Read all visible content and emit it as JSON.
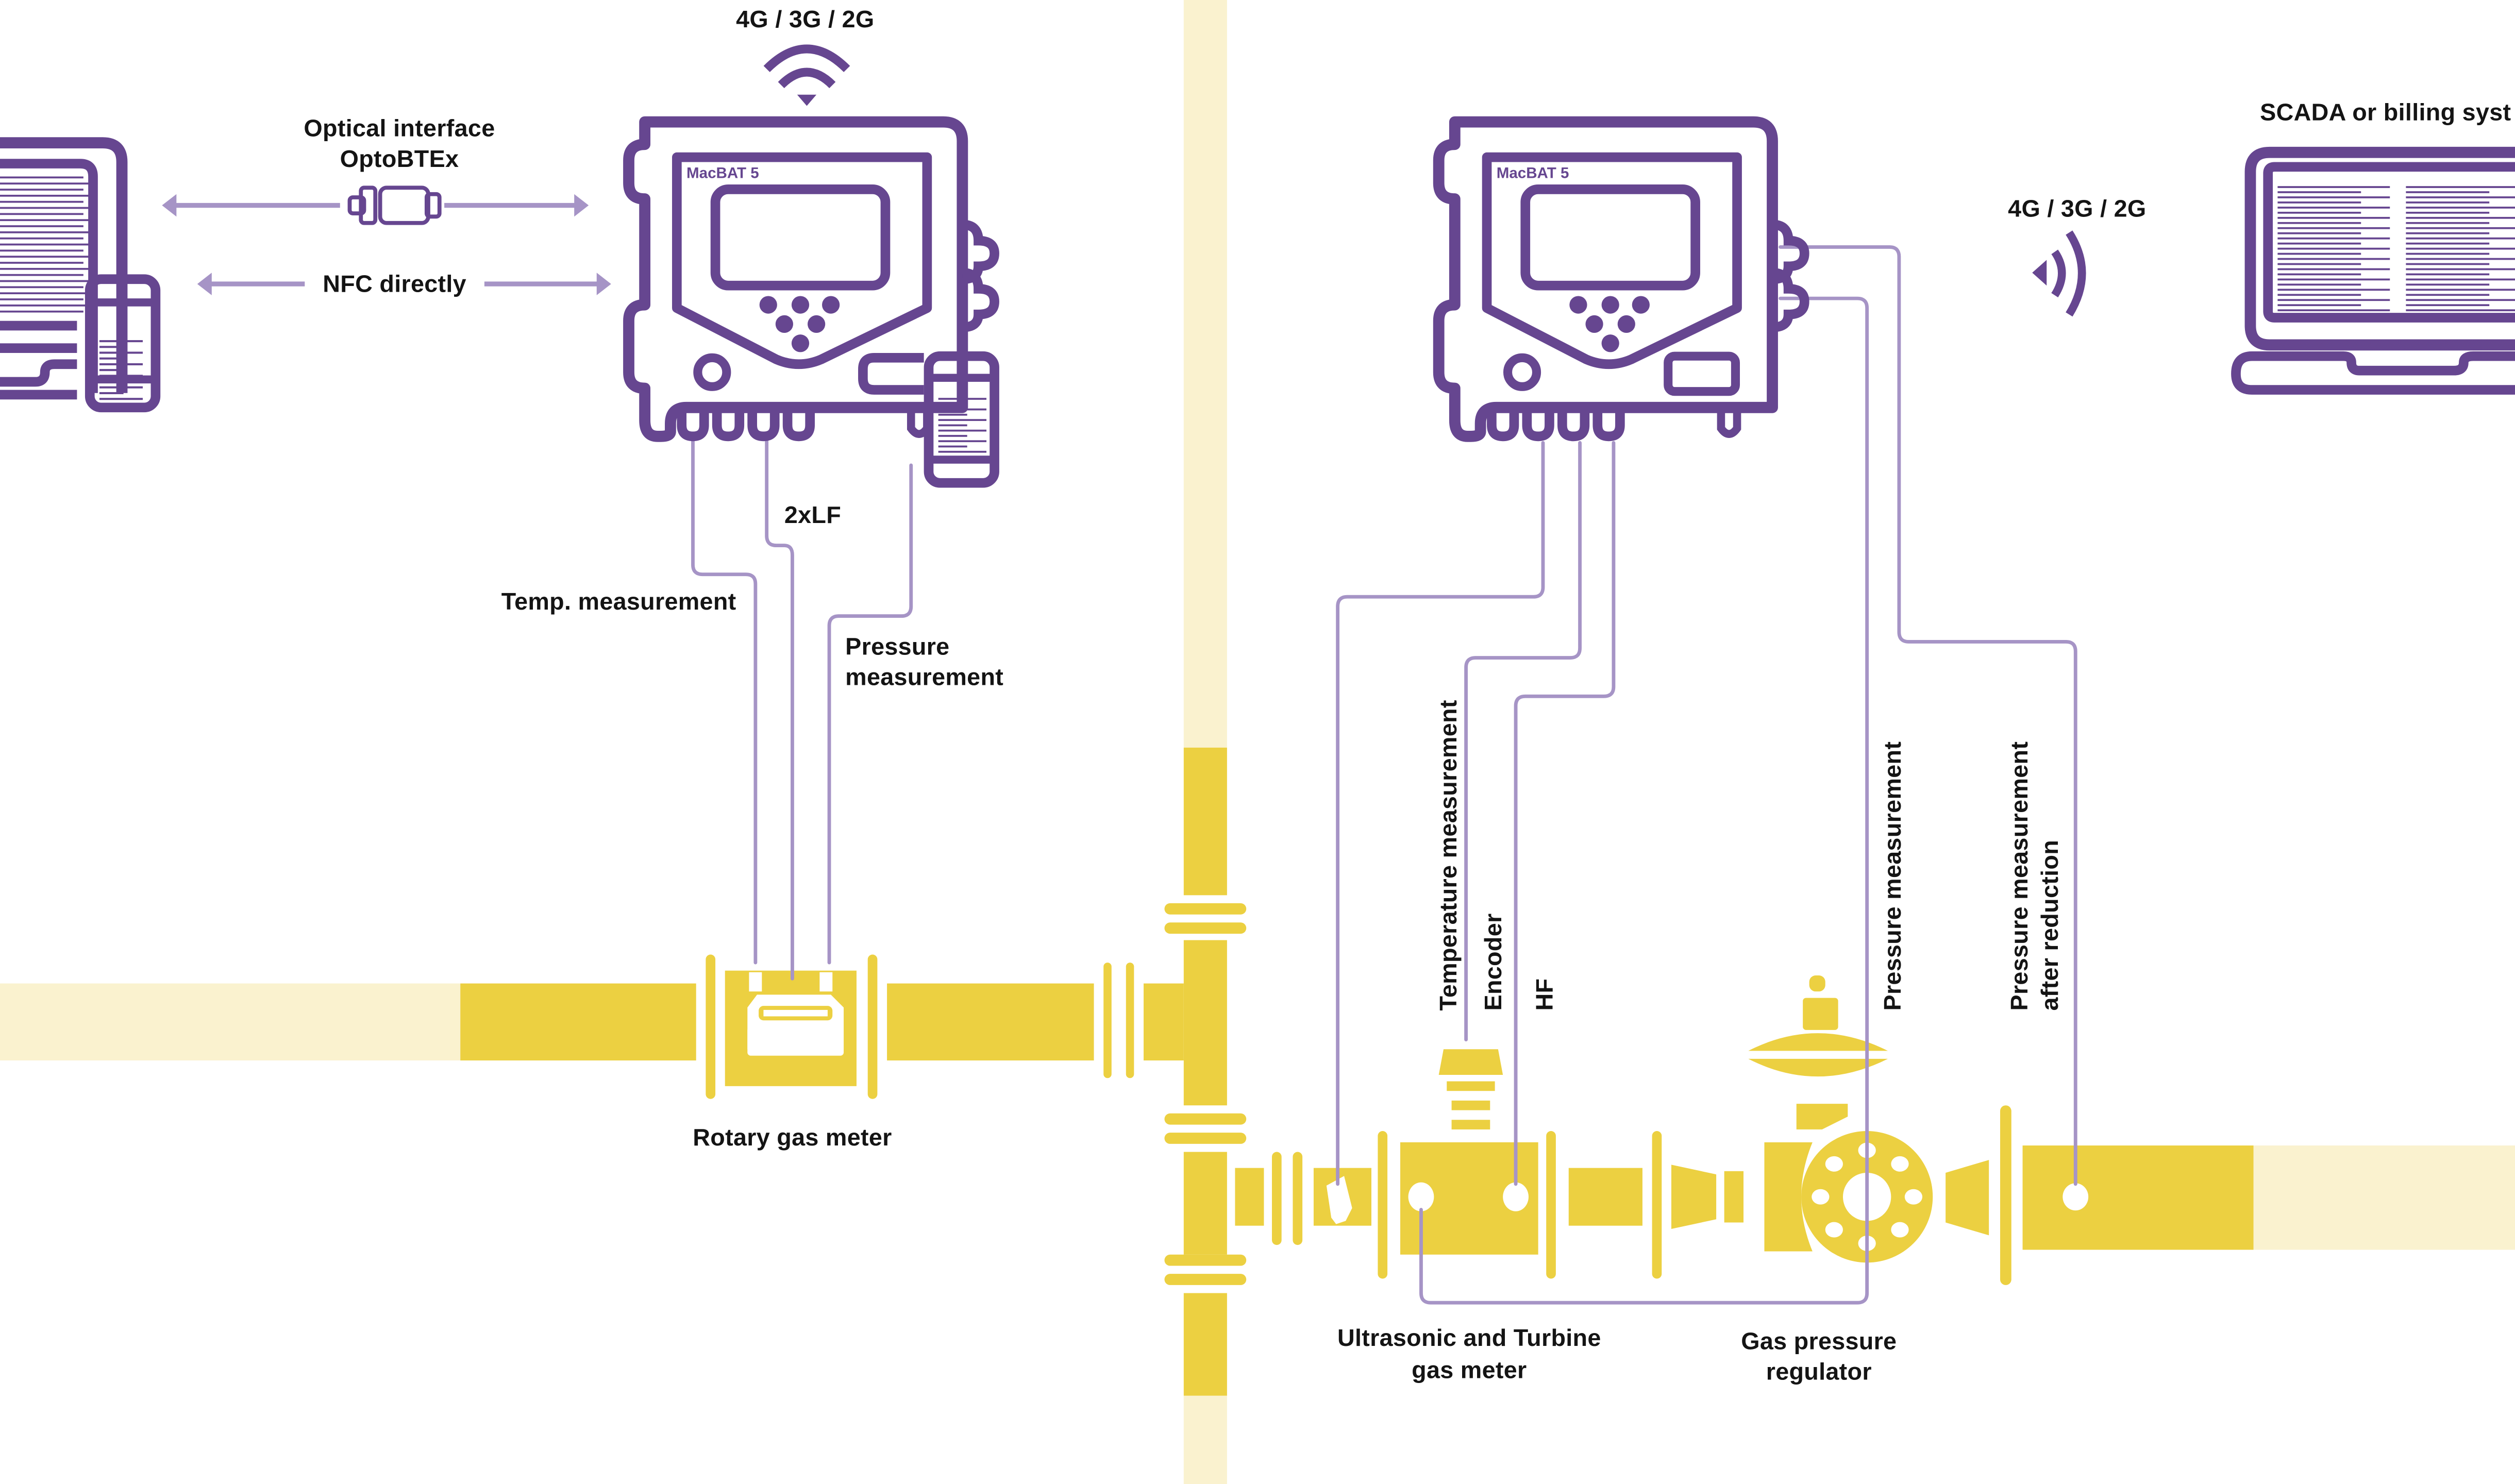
{
  "colors": {
    "device_purple": "#664690",
    "wire_lavender": "#a694c6",
    "pipe_yellow": "#ecd041",
    "pipe_pale": "#faf2cf",
    "text": "#141414",
    "background": "#ffffff"
  },
  "left_section": {
    "network_label": "4G / 3G / 2G",
    "device_name": "MacBAT 5",
    "optical_label_line1": "Optical interface",
    "optical_label_line2": "OptoBTEx",
    "nfc_label": "NFC directly",
    "lf_label": "2xLF",
    "temp_label": "Temp. measurement",
    "pressure_label_line1": "Pressure",
    "pressure_label_line2": "measurement",
    "meter_label": "Rotary gas meter"
  },
  "right_section": {
    "device_name": "MacBAT 5",
    "network_label": "4G / 3G / 2G",
    "scada_label": "SCADA or billing syst",
    "temperature_label": "Temperature measurement",
    "encoder_label": "Encoder",
    "hf_label": "HF",
    "pressure_label": "Pressure measurement",
    "pressure_after_line1": "Pressure measurement",
    "pressure_after_line2": "after reduction",
    "meter_label_line1": "Ultrasonic and Turbine",
    "meter_label_line2": "gas meter",
    "regulator_label_line1": "Gas pressure",
    "regulator_label_line2": "regulator"
  }
}
